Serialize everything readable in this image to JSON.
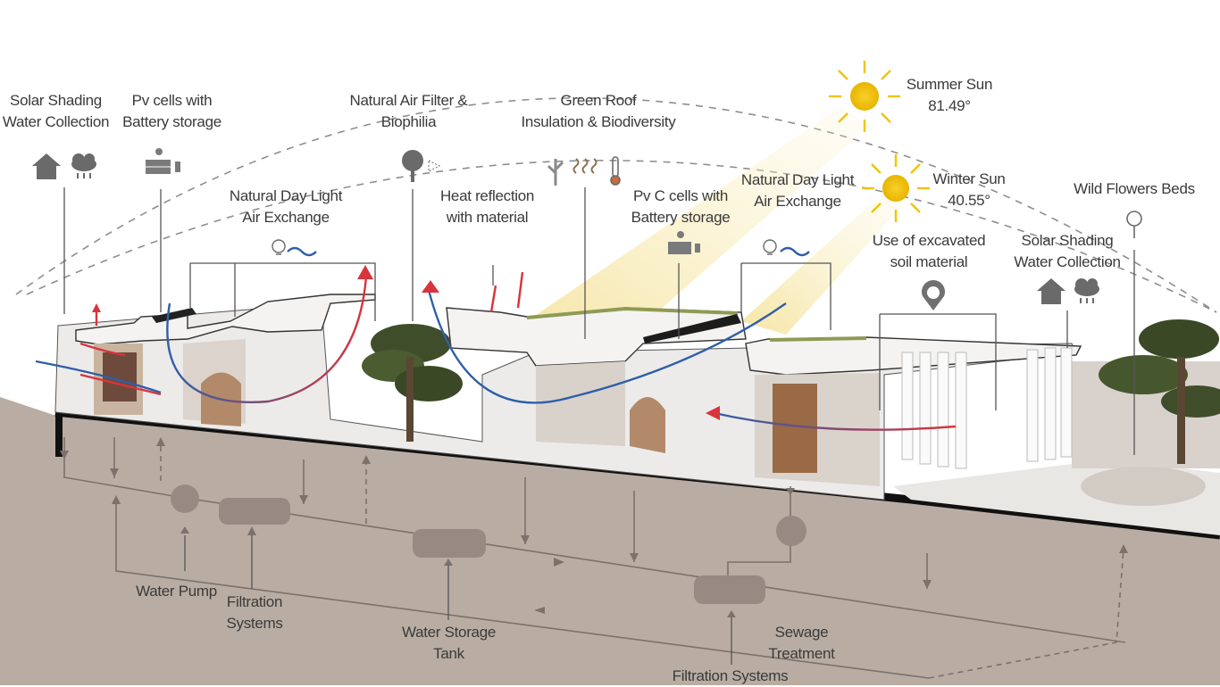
{
  "labels": {
    "solar_shading_left": [
      "Solar Shading",
      "Water Collection"
    ],
    "pv_cells_left": [
      "Pv cells with",
      "Battery storage"
    ],
    "air_filter": [
      "Natural Air Filter &",
      "Biophilia"
    ],
    "green_roof": [
      "Green Roof",
      "Insulation & Biodiversity"
    ],
    "summer_sun": [
      "Summer Sun",
      "81.49°"
    ],
    "winter_sun": [
      "Winter Sun",
      "40.55°"
    ],
    "daylight_left": [
      "Natural Day Light",
      "Air Exchange"
    ],
    "heat_reflection": [
      "Heat  reflection",
      "with material"
    ],
    "pv_cells_mid": [
      "Pv C cells with",
      "Battery storage"
    ],
    "daylight_right": [
      "Natural Day Light",
      "Air Exchange"
    ],
    "excavated_soil": [
      "Use of excavated",
      "soil material"
    ],
    "wild_flowers": [
      "Wild Flowers Beds"
    ],
    "solar_shading_right": [
      "Solar Shading",
      "Water Collection"
    ],
    "water_pump": [
      "Water Pump"
    ],
    "filtration_left": [
      "Filtration",
      "Systems"
    ],
    "water_storage": [
      "Water Storage",
      "Tank"
    ],
    "sewage": [
      "Sewage",
      "Treatment"
    ],
    "filtration_bottom": [
      "Filtration Systems"
    ]
  },
  "colors": {
    "sun": "#f2c300",
    "sun_glow": "#f7e7a0",
    "soil": "#b9ada3",
    "soil_dark": "#a79a90",
    "component": "#978a82",
    "airflow_warm": "#d8343c",
    "airflow_cool": "#2f5fa8",
    "wall": "#ecebea",
    "slab": "#0f0f0f",
    "text": "#3a3a3a"
  },
  "icons": {
    "house": "house-icon",
    "rain": "rain-cloud-icon",
    "solar_panel": "solar-panel-icon",
    "tree": "tree-icon",
    "plant": "plant-icon",
    "heat": "heat-waves-icon",
    "thermometer": "thermometer-icon",
    "bulb": "lightbulb-icon",
    "wind": "wind-icon",
    "location": "location-pin-icon",
    "flower": "flower-icon",
    "pump": "pump-icon",
    "tank": "tank-icon",
    "sun": "sun-icon"
  }
}
